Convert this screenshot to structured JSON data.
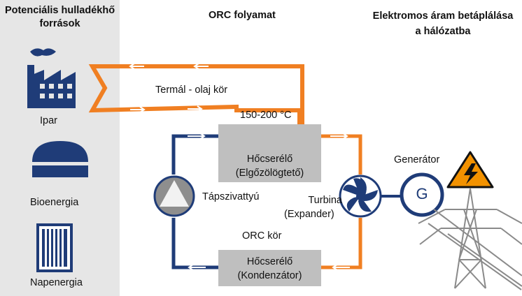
{
  "headings": {
    "sources": "Potenciális hulladékhő források",
    "orc_process": "ORC folyamat",
    "grid": "Elektromos áram betáplálása a hálózatba"
  },
  "sources": {
    "industry": "Ipar",
    "bioenergy": "Bioenergia",
    "solar": "Napenergia"
  },
  "thermal_loop": {
    "label": "Termál - olaj kör",
    "temperature": "150-200 °C"
  },
  "orc_loop": {
    "label": "ORC kör",
    "evaporator_line1": "Hőcserélő",
    "evaporator_line2": "(Elgőzölögtető)",
    "condenser_line1": "Hőcserélő",
    "condenser_line2": "(Kondenzátor)",
    "pump": "Tápszivattyú",
    "turbine_line1": "Turbina",
    "turbine_line2": "(Expander)"
  },
  "generator": {
    "label": "Generátor",
    "symbol": "G"
  },
  "icons": [
    "factory-icon",
    "dome-icon",
    "solar-panel-icon",
    "pump-icon",
    "turbine-icon",
    "generator-icon",
    "high-voltage-warning-icon",
    "transmission-tower-icon"
  ],
  "colors": {
    "orange": "#f07f22",
    "navy": "#1f3c78",
    "box_gray": "#bfbfbf",
    "panel_gray": "#e6e6e6",
    "warning_orange": "#f39200"
  }
}
